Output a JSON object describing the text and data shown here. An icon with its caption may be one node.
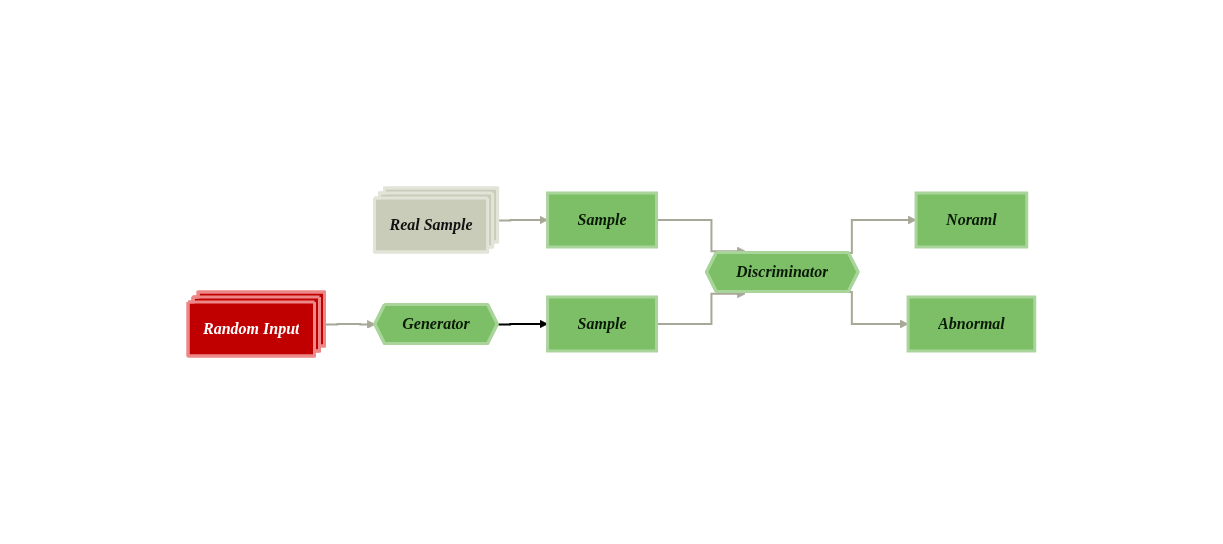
{
  "diagram": {
    "nodes": [
      {
        "text": [
          "Real Sample"
        ]
      },
      {
        "text": [
          "Random Input"
        ]
      },
      {
        "text": [
          "Sample"
        ]
      },
      {
        "text": [
          "Generator"
        ]
      },
      {
        "text": [
          "Sample"
        ]
      },
      {
        "text": [
          "Discriminator"
        ]
      },
      {
        "text": [
          "Noraml"
        ]
      },
      {
        "text": [
          "Abnormal"
        ]
      }
    ],
    "edges": [
      {
        "from": 0,
        "to": 2,
        "arrow": "to"
      },
      {
        "from": 1,
        "to": 3,
        "arrow": "to"
      },
      {
        "from": 3,
        "to": 4,
        "arrow": "to",
        "color": "#000000"
      },
      {
        "from": 2,
        "to": 5,
        "arrow": "to"
      },
      {
        "from": 4,
        "to": 5,
        "arrow": "to"
      },
      {
        "from": 5,
        "to": 6,
        "arrow": "to"
      },
      {
        "from": 5,
        "to": 7,
        "arrow": "to"
      }
    ]
  }
}
